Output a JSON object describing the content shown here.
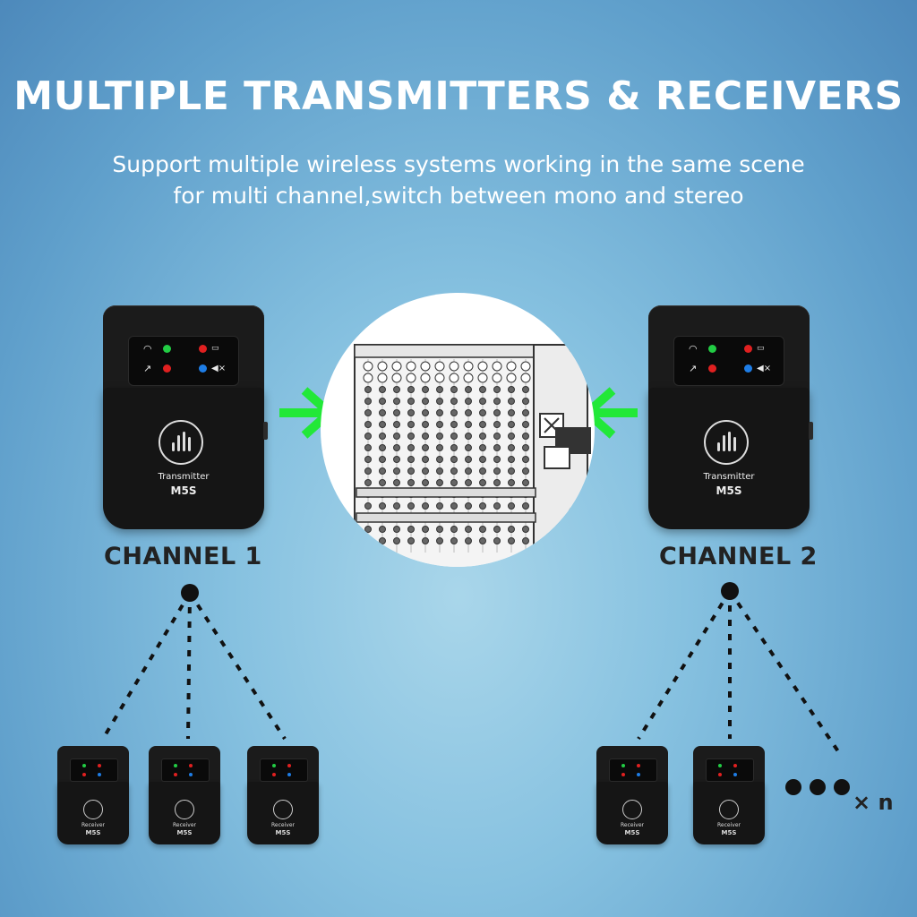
{
  "heading": {
    "title": "MULTIPLE TRANSMITTERS & RECEIVERS",
    "subtitle_line1": "Support multiple wireless systems working in the same scene",
    "subtitle_line2": "for multi channel,switch between mono and stereo"
  },
  "transmitters": [
    {
      "label": "Transmitter",
      "model": "M5S"
    },
    {
      "label": "Transmitter",
      "model": "M5S"
    }
  ],
  "channels": [
    "CHANNEL 1",
    "CHANNEL 2"
  ],
  "receivers": [
    {
      "label": "Receiver",
      "model": "M5S"
    },
    {
      "label": "Receiver",
      "model": "M5S"
    },
    {
      "label": "Receiver",
      "model": "M5S"
    },
    {
      "label": "Receiver",
      "model": "M5S"
    },
    {
      "label": "Receiver",
      "model": "M5S"
    }
  ],
  "more_indicator": "× n",
  "colors": {
    "arrow": "#22e838",
    "led_green": "#22cc44",
    "led_red": "#e02020",
    "led_blue": "#1e7de6",
    "background_top": "#4d89bb",
    "background_center": "#a9d6ea"
  },
  "icons": [
    "wifi-icon",
    "battery-icon",
    "signal-trend-icon",
    "mute-icon",
    "soundwave-logo-icon",
    "headphone-logo-icon",
    "arrow-right-icon",
    "arrow-left-icon",
    "audio-mixer-illustration"
  ]
}
